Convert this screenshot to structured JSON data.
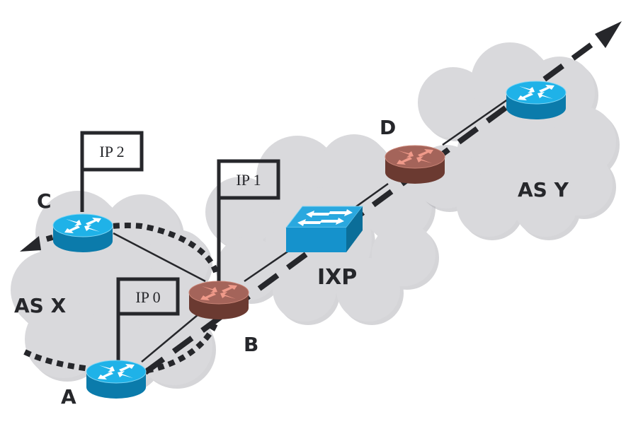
{
  "diagram": {
    "title": "",
    "colors": {
      "cloud": "#d9d9dc",
      "cloud_shadow": "#b8b8bd",
      "ink": "#26272b",
      "router_blue_top": "#1fb2e8",
      "router_blue_side": "#0b7bab",
      "router_red_top": "#a4645a",
      "router_red_side": "#6b3a31",
      "switch_top": "#2aa8df",
      "switch_front": "#1592cc",
      "switch_side": "#0b6e99"
    },
    "regions": [
      {
        "id": "as-x",
        "label": "AS X"
      },
      {
        "id": "ixp",
        "label": "IXP"
      },
      {
        "id": "as-y",
        "label": "AS Y"
      }
    ],
    "nodes": [
      {
        "id": "A",
        "label": "A",
        "type": "router",
        "color": "blue"
      },
      {
        "id": "B",
        "label": "B",
        "type": "router",
        "color": "red"
      },
      {
        "id": "C",
        "label": "C",
        "type": "router",
        "color": "blue"
      },
      {
        "id": "D",
        "label": "D",
        "type": "router",
        "color": "red"
      },
      {
        "id": "Y",
        "label": "",
        "type": "router",
        "color": "blue"
      },
      {
        "id": "SW",
        "label": "",
        "type": "switch",
        "color": "blue"
      }
    ],
    "flags": [
      {
        "id": "ip0",
        "label": "IP 0",
        "attached_to": "A"
      },
      {
        "id": "ip1",
        "label": "IP 1",
        "attached_to": "B"
      },
      {
        "id": "ip2",
        "label": "IP 2",
        "attached_to": "C"
      }
    ],
    "links": [
      {
        "from": "A",
        "to": "B",
        "style": "solid"
      },
      {
        "from": "C",
        "to": "B",
        "style": "solid"
      },
      {
        "from": "B",
        "to": "SW",
        "style": "solid"
      },
      {
        "from": "SW",
        "to": "D",
        "style": "solid"
      },
      {
        "from": "D",
        "to": "Y",
        "style": "solid"
      }
    ],
    "paths": [
      {
        "id": "forward-path",
        "style": "dashed",
        "description": "A → B → IXP → D → AS Y and beyond"
      },
      {
        "id": "return-path",
        "style": "dotted",
        "description": "around AS X back through B to C"
      }
    ]
  }
}
